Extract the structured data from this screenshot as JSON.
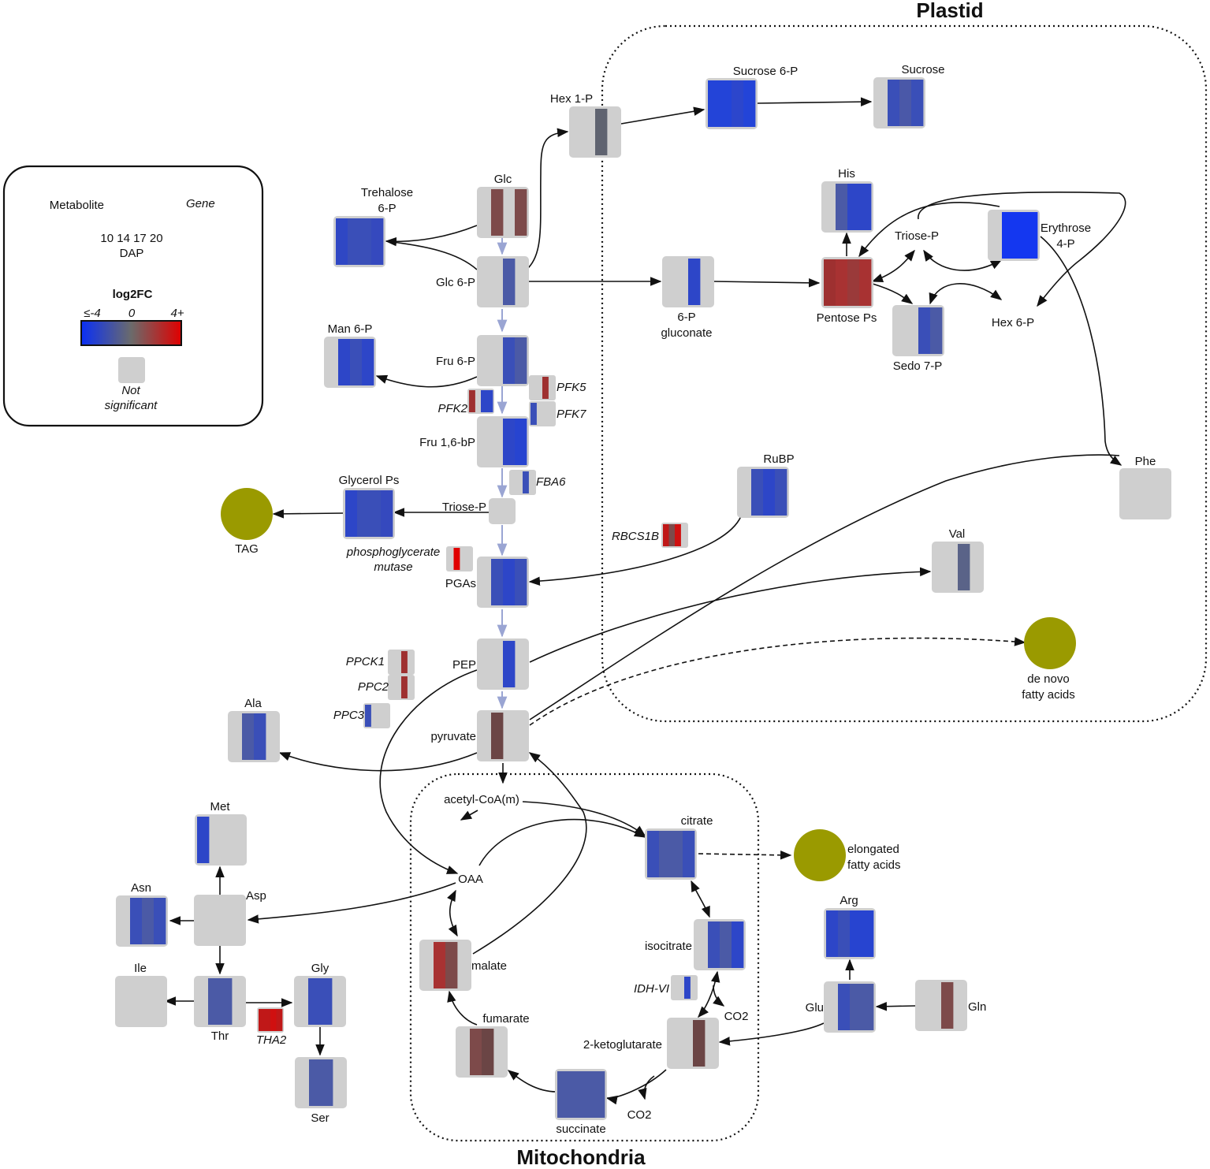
{
  "titles": {
    "plastid": "Plastid",
    "mitochondria": "Mitochondria"
  },
  "legend": {
    "metabolite": "Metabolite",
    "gene": "Gene",
    "dap_ticks": "10 14 17 20",
    "dap": "DAP",
    "log2fc": "log2FC",
    "scale_min": "≤-4",
    "scale_mid": "0",
    "scale_max": "4+",
    "not_sig_1": "Not",
    "not_sig_2": "significant",
    "colors": {
      "low": "#0a2ff5",
      "mid": "#6b6b6b",
      "high": "#e00000"
    }
  },
  "metabolites": [
    {
      "id": "hex1p",
      "name": "Hex 1-P",
      "colors": [
        "#cfcfcf",
        "#cfcfcf",
        "#5f6370",
        "#cfcfcf"
      ]
    },
    {
      "id": "suc6p",
      "name": "Sucrose 6-P",
      "colors": [
        "#2344d8",
        "#2344d8",
        "#2c46cc",
        "#2344d8"
      ]
    },
    {
      "id": "sucrose",
      "name": "Sucrose",
      "colors": [
        "#cfcfcf",
        "#3a4fb8",
        "#4a58a8",
        "#3a4fb8"
      ]
    },
    {
      "id": "glc",
      "name": "Glc",
      "colors": [
        "#cfcfcf",
        "#7d4a4a",
        "#cfcfcf",
        "#7d4a4a"
      ]
    },
    {
      "id": "tre6p",
      "name": "Trehalose 6-P",
      "colors": [
        "#2f47c4",
        "#3a4fb8",
        "#3a4fb8",
        "#3549be"
      ]
    },
    {
      "id": "glc6p",
      "name": "Glc 6-P",
      "colors": [
        "#cfcfcf",
        "#cfcfcf",
        "#4b5aa6",
        "#cfcfcf"
      ]
    },
    {
      "id": "6pg",
      "name": "6-P gluconate",
      "colors": [
        "#cfcfcf",
        "#cfcfcf",
        "#2d46c8",
        "#cfcfcf"
      ]
    },
    {
      "id": "his",
      "name": "His",
      "colors": [
        "#cfcfcf",
        "#4b5aa6",
        "#2d46c8",
        "#2d46c8"
      ]
    },
    {
      "id": "pentose",
      "name": "Pentose Ps",
      "colors": [
        "#9e3030",
        "#a83232",
        "#9a3a3a",
        "#a83232"
      ]
    },
    {
      "id": "ery4p",
      "name": "Erythrose 4-P",
      "colors": [
        "#cfcfcf",
        "#1437f0",
        "#1437f0",
        "#1437f0"
      ]
    },
    {
      "id": "sedo7p",
      "name": "Sedo 7-P",
      "colors": [
        "#cfcfcf",
        "#cfcfcf",
        "#3a4fb8",
        "#4b5aa6"
      ]
    },
    {
      "id": "man6p",
      "name": "Man 6-P",
      "colors": [
        "#cfcfcf",
        "#2d46c8",
        "#3a4fb8",
        "#2d46c8"
      ]
    },
    {
      "id": "fru6p",
      "name": "Fru 6-P",
      "colors": [
        "#cfcfcf",
        "#cfcfcf",
        "#3a4fb8",
        "#4b5aa6"
      ]
    },
    {
      "id": "fru16bp",
      "name": "Fru 1,6-bP",
      "colors": [
        "#cfcfcf",
        "#cfcfcf",
        "#2d46c8",
        "#2744d0"
      ]
    },
    {
      "id": "rubp",
      "name": "RuBP",
      "colors": [
        "#cfcfcf",
        "#3a4fb8",
        "#2d46c8",
        "#3a4fb8"
      ]
    },
    {
      "id": "phe",
      "name": "Phe",
      "colors": [
        "#cfcfcf",
        "#cfcfcf",
        "#cfcfcf",
        "#cfcfcf"
      ]
    },
    {
      "id": "glycerolps",
      "name": "Glycerol Ps",
      "colors": [
        "#2d46c8",
        "#3a4fb8",
        "#3a4fb8",
        "#3549be"
      ]
    },
    {
      "id": "triosep_g",
      "name": "Triose-P",
      "colors": [
        "#cfcfcf",
        "#cfcfcf",
        "#cfcfcf",
        "#cfcfcf"
      ]
    },
    {
      "id": "val",
      "name": "Val",
      "colors": [
        "#cfcfcf",
        "#cfcfcf",
        "#5a6388",
        "#cfcfcf"
      ]
    },
    {
      "id": "pgas",
      "name": "PGAs",
      "colors": [
        "#cfcfcf",
        "#3a4fb8",
        "#2d46c8",
        "#3a4fb8"
      ]
    },
    {
      "id": "pep",
      "name": "PEP",
      "colors": [
        "#cfcfcf",
        "#cfcfcf",
        "#2d46c8",
        "#cfcfcf"
      ]
    },
    {
      "id": "pyruvate",
      "name": "pyruvate",
      "colors": [
        "#cfcfcf",
        "#6b4545",
        "#cfcfcf",
        "#cfcfcf"
      ]
    },
    {
      "id": "ala",
      "name": "Ala",
      "colors": [
        "#cfcfcf",
        "#4b5aa6",
        "#3a4fb8",
        "#cfcfcf"
      ]
    },
    {
      "id": "met",
      "name": "Met",
      "colors": [
        "#2d46c8",
        "#cfcfcf",
        "#cfcfcf",
        "#cfcfcf"
      ]
    },
    {
      "id": "asp",
      "name": "Asp",
      "colors": [
        "#cfcfcf",
        "#cfcfcf",
        "#cfcfcf",
        "#cfcfcf"
      ]
    },
    {
      "id": "asn",
      "name": "Asn",
      "colors": [
        "#cfcfcf",
        "#3a4fb8",
        "#4b5aa6",
        "#3a4fb8"
      ]
    },
    {
      "id": "ile",
      "name": "Ile",
      "colors": [
        "#cfcfcf",
        "#cfcfcf",
        "#cfcfcf",
        "#cfcfcf"
      ]
    },
    {
      "id": "thr",
      "name": "Thr",
      "colors": [
        "#cfcfcf",
        "#4b5aa6",
        "#4b5aa6",
        "#cfcfcf"
      ]
    },
    {
      "id": "gly",
      "name": "Gly",
      "colors": [
        "#cfcfcf",
        "#3a4fb8",
        "#3a4fb8",
        "#cfcfcf"
      ]
    },
    {
      "id": "ser",
      "name": "Ser",
      "colors": [
        "#cfcfcf",
        "#4b5aa6",
        "#4b5aa6",
        "#cfcfcf"
      ]
    },
    {
      "id": "citrate",
      "name": "citrate",
      "colors": [
        "#3a4fb8",
        "#4b5aa6",
        "#4b5aa6",
        "#3a4fb8"
      ]
    },
    {
      "id": "isocitrate",
      "name": "isocitrate",
      "colors": [
        "#cfcfcf",
        "#3a4fb8",
        "#4b5aa6",
        "#2d46c8"
      ]
    },
    {
      "id": "malate",
      "name": "malate",
      "colors": [
        "#cfcfcf",
        "#a83232",
        "#7d4a4a",
        "#cfcfcf"
      ]
    },
    {
      "id": "fumarate",
      "name": "fumarate",
      "colors": [
        "#cfcfcf",
        "#7d4a4a",
        "#6b4545",
        "#cfcfcf"
      ]
    },
    {
      "id": "succinate",
      "name": "succinate",
      "colors": [
        "#4b5aa6",
        "#4b5aa6",
        "#4b5aa6",
        "#4b5aa6"
      ]
    },
    {
      "id": "akg",
      "name": "2-ketoglutarate",
      "colors": [
        "#cfcfcf",
        "#cfcfcf",
        "#6b4545",
        "#cfcfcf"
      ]
    },
    {
      "id": "arg",
      "name": "Arg",
      "colors": [
        "#2d46c8",
        "#3a4fb8",
        "#2744d0",
        "#2744d0"
      ]
    },
    {
      "id": "glu",
      "name": "Glu",
      "colors": [
        "#cfcfcf",
        "#3a4fb8",
        "#4b5aa6",
        "#4b5aa6"
      ]
    },
    {
      "id": "gln",
      "name": "Gln",
      "colors": [
        "#cfcfcf",
        "#cfcfcf",
        "#7d4a4a",
        "#cfcfcf"
      ]
    }
  ],
  "genes": [
    {
      "id": "pfk5",
      "name": "PFK5",
      "colors": [
        "#cfcfcf",
        "#cfcfcf",
        "#9e3030",
        "#cfcfcf"
      ]
    },
    {
      "id": "pfk2",
      "name": "PFK2",
      "colors": [
        "#9e3030",
        "#cfcfcf",
        "#2d46c8",
        "#2d46c8"
      ]
    },
    {
      "id": "pfk7",
      "name": "PFK7",
      "colors": [
        "#3a4fb8",
        "#cfcfcf",
        "#cfcfcf",
        "#cfcfcf"
      ]
    },
    {
      "id": "fba6",
      "name": "FBA6",
      "colors": [
        "#cfcfcf",
        "#cfcfcf",
        "#3a4fb8",
        "#cfcfcf"
      ]
    },
    {
      "id": "rbcs1b",
      "name": "RBCS1B",
      "colors": [
        "#c01818",
        "#7d4a4a",
        "#d01010",
        "#cfcfcf"
      ]
    },
    {
      "id": "pgm",
      "name": "phosphoglycerate mutase",
      "line1": "phosphoglycerate",
      "line2": "mutase",
      "colors": [
        "#cfcfcf",
        "#e00000",
        "#cfcfcf",
        "#cfcfcf"
      ]
    },
    {
      "id": "ppck1",
      "name": "PPCK1",
      "colors": [
        "#cfcfcf",
        "#cfcfcf",
        "#9e3030",
        "#cfcfcf"
      ]
    },
    {
      "id": "ppc2",
      "name": "PPC2",
      "colors": [
        "#cfcfcf",
        "#cfcfcf",
        "#9e3030",
        "#cfcfcf"
      ]
    },
    {
      "id": "ppc3",
      "name": "PPC3",
      "colors": [
        "#3a4fb8",
        "#cfcfcf",
        "#cfcfcf",
        "#cfcfcf"
      ]
    },
    {
      "id": "tha2",
      "name": "THA2",
      "colors": [
        "#c01818",
        "#c01818",
        "#d01010",
        "#c01818"
      ]
    },
    {
      "id": "idhvi",
      "name": "IDH-VI",
      "colors": [
        "#cfcfcf",
        "#cfcfcf",
        "#2d46c8",
        "#cfcfcf"
      ]
    }
  ],
  "labels": {
    "tre6p_1": "Trehalose",
    "tre6p_2": "6-P",
    "pg_1": "6-P",
    "pg_2": "gluconate",
    "triosep_ppp": "Triose-P",
    "ery_1": "Erythrose",
    "ery_2": "4-P",
    "hex6p": "Hex 6-P",
    "oaa": "OAA",
    "acetylcoa": "acetyl-CoA(m)",
    "co2_a": "CO2",
    "co2_b": "CO2"
  },
  "lipids": [
    {
      "id": "tag",
      "name": "TAG",
      "color": "#9a9a00"
    },
    {
      "id": "denovo",
      "name": "de novo fatty acids",
      "line1": "de novo",
      "line2": "fatty acids",
      "color": "#9a9a00"
    },
    {
      "id": "elongated",
      "name": "elongated fatty acids",
      "line1": "elongated",
      "line2": "fatty acids",
      "color": "#9a9a00"
    }
  ]
}
